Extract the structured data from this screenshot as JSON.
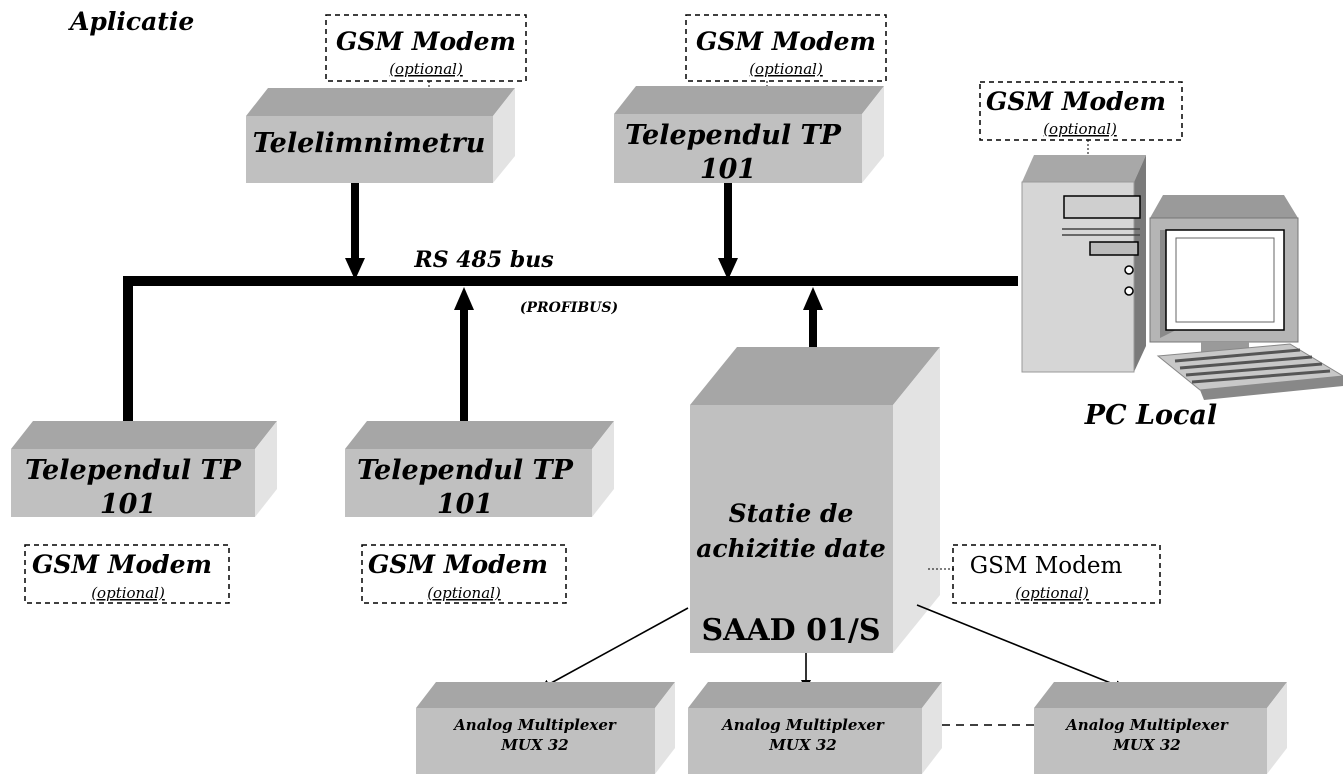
{
  "title": "Aplicatie",
  "bus": {
    "label": "RS 485 bus",
    "sublabel": "(PROFIBUS)"
  },
  "devices": {
    "telelimnimetru": "Telelimnimetru",
    "tp_top_line1": "Telependul TP",
    "tp_top_line2": "101",
    "tp_left_line1": "Telependul TP",
    "tp_left_line2": "101",
    "tp_mid_line1": "Telependul TP",
    "tp_mid_line2": "101",
    "station_line1": "Statie de",
    "station_line2": "achizitie date",
    "station_line3": "SAAD 01/S",
    "pc_label": "PC Local"
  },
  "gsm": {
    "label": "GSM Modem",
    "optional": "(optional)"
  },
  "multiplexers": [
    {
      "line1": "Analog Multiplexer",
      "line2": "MUX 32"
    },
    {
      "line1": "Analog Multiplexer",
      "line2": "MUX 32"
    },
    {
      "line1": "Analog Multiplexer",
      "line2": "MUX 32"
    }
  ]
}
